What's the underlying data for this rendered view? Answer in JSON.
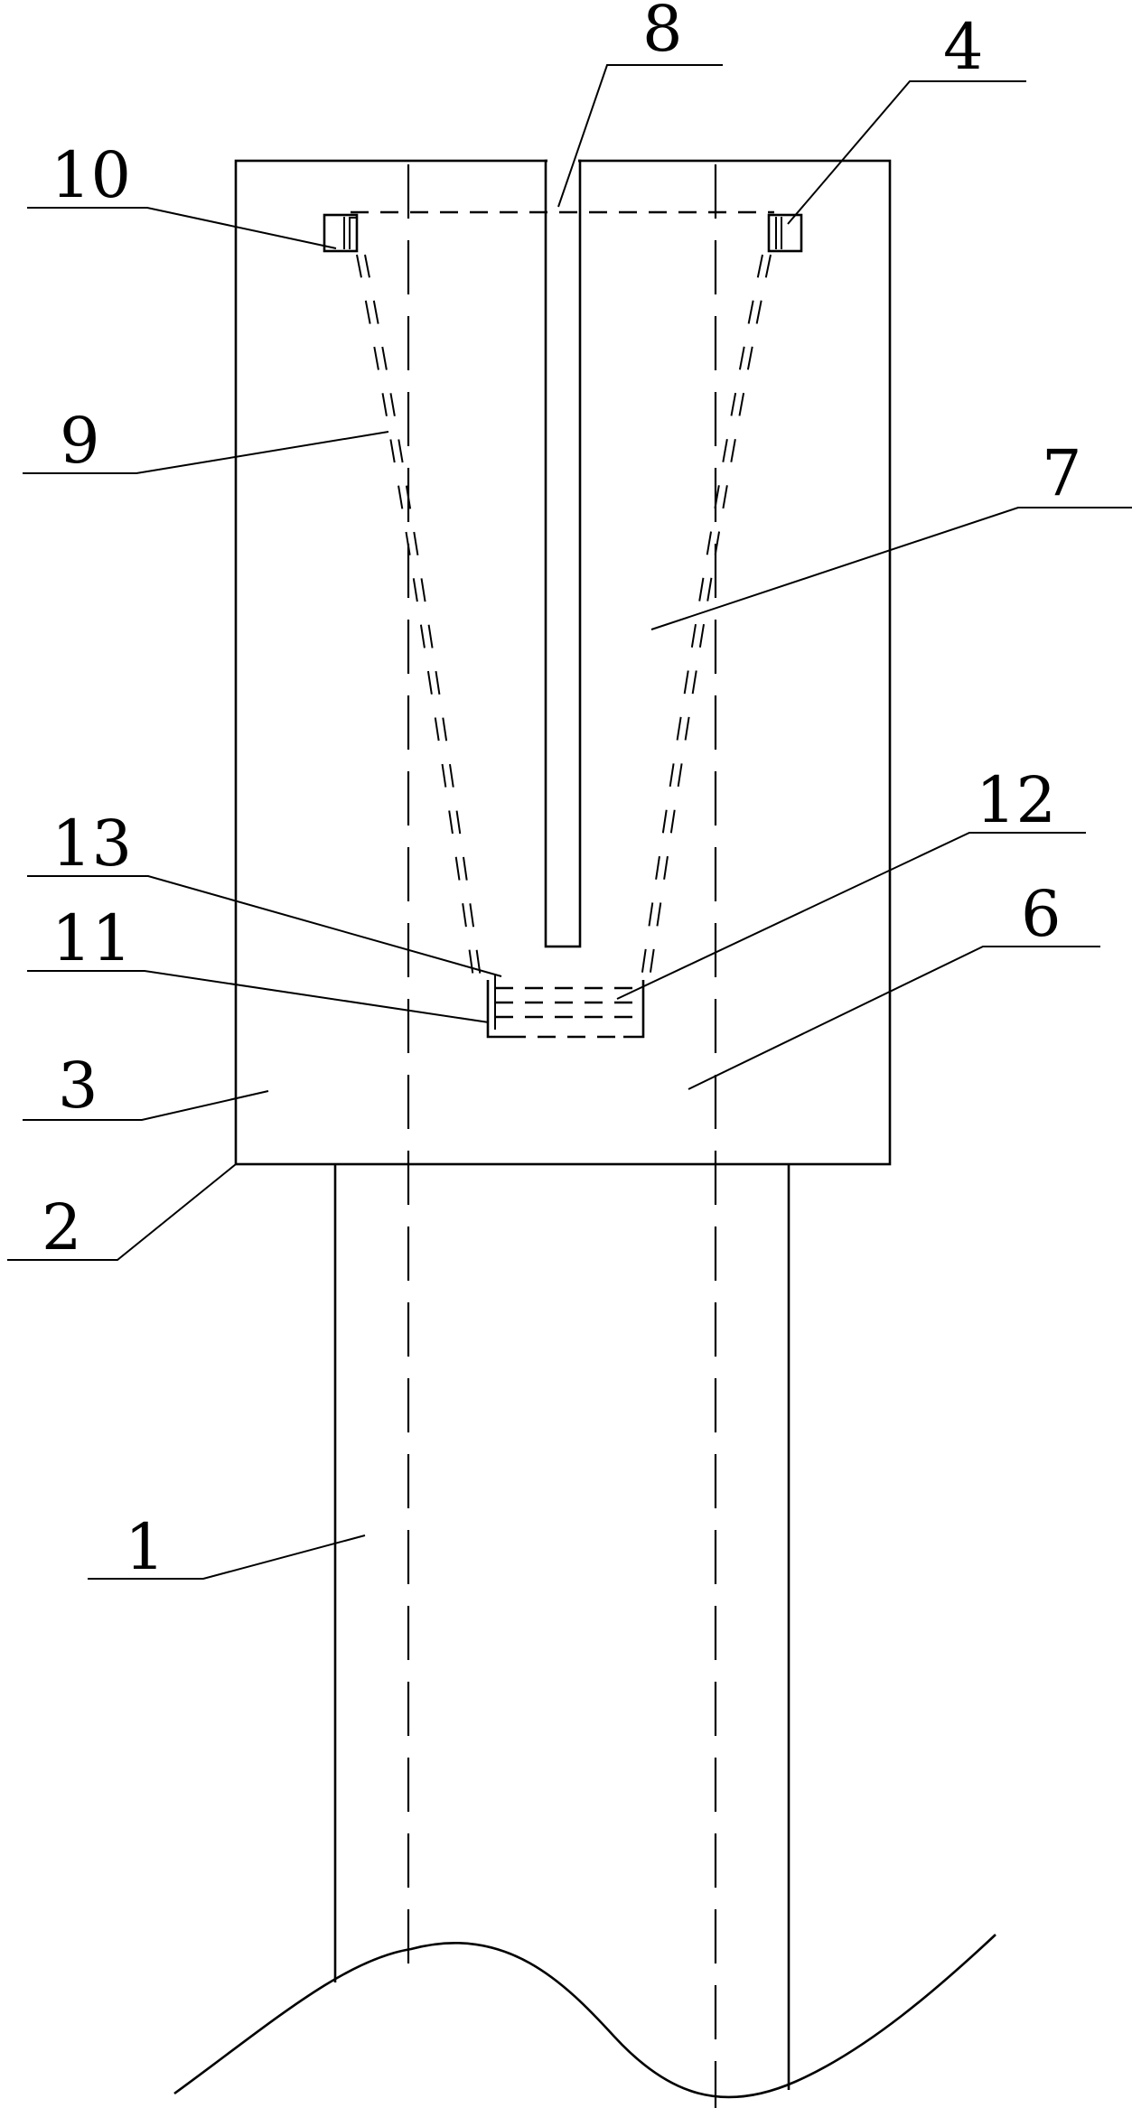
{
  "labels": {
    "l1": "1",
    "l2": "2",
    "l3": "3",
    "l4": "4",
    "l6": "6",
    "l7": "7",
    "l8": "8",
    "l9": "9",
    "l10": "10",
    "l11": "11",
    "l12": "12",
    "l13": "13"
  },
  "colors": {
    "line": "#000000",
    "background": "#ffffff"
  }
}
